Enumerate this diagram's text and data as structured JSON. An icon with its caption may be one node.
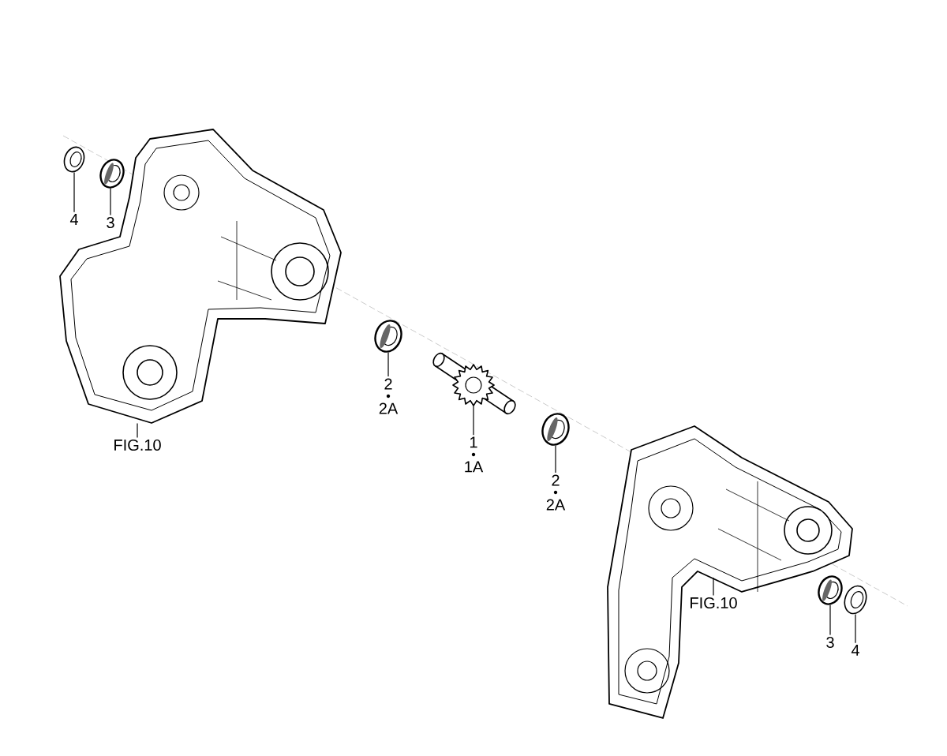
{
  "diagram": {
    "nodes": [
      {
        "text": [],
        "shape": "picture"
      },
      {
        "text": [],
        "shape": "picture"
      },
      {
        "text": [],
        "shape": "picture"
      },
      {
        "text": [],
        "shape": "picture"
      },
      {
        "text": [],
        "shape": "picture"
      },
      {
        "text": [],
        "shape": "picture"
      },
      {
        "text": [],
        "shape": "picture"
      },
      {
        "text": [],
        "shape": "picture"
      },
      {
        "text": [],
        "shape": "picture"
      },
      {
        "text": [
          "4"
        ]
      },
      {
        "text": [
          "3"
        ]
      },
      {
        "text": [
          "FIG.10"
        ]
      },
      {
        "text": [
          "2",
          "2A"
        ]
      },
      {
        "text": [
          "1",
          "1A"
        ]
      },
      {
        "text": [
          "2",
          "2A"
        ]
      },
      {
        "text": [
          "FIG.10"
        ]
      },
      {
        "text": [
          "3"
        ]
      },
      {
        "text": [
          "4"
        ]
      }
    ],
    "edges": [
      {
        "from": 9,
        "to": 0,
        "arrow": "none"
      },
      {
        "from": 10,
        "to": 1,
        "arrow": "none"
      },
      {
        "from": 11,
        "to": 2,
        "arrow": "none"
      },
      {
        "from": 12,
        "to": 3,
        "arrow": "none"
      },
      {
        "from": 13,
        "to": 4,
        "arrow": "none"
      },
      {
        "from": 14,
        "to": 5,
        "arrow": "none"
      },
      {
        "from": 15,
        "to": 6,
        "arrow": "none"
      },
      {
        "from": 16,
        "to": 7,
        "arrow": "none"
      },
      {
        "from": 17,
        "to": 8,
        "arrow": "none"
      }
    ]
  }
}
